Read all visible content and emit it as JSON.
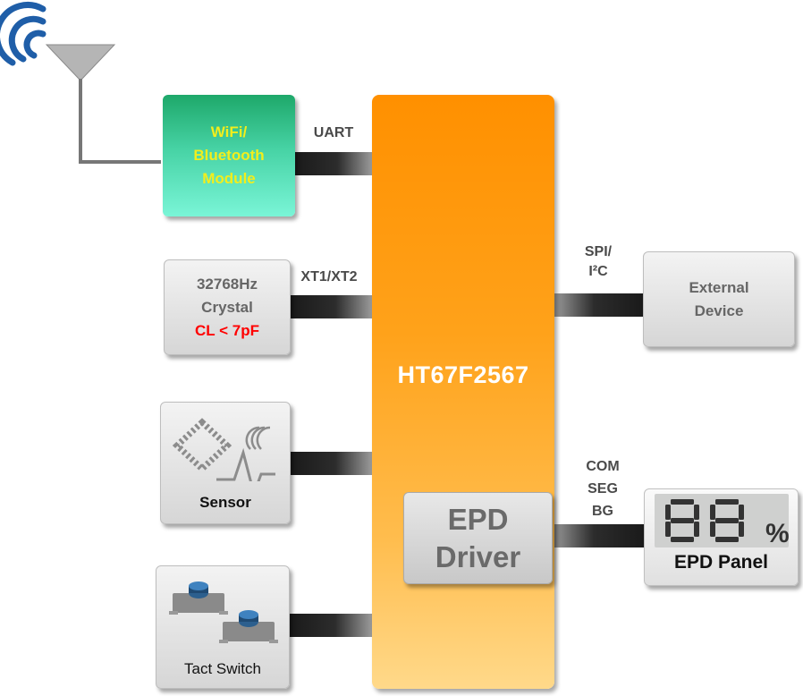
{
  "mcu": {
    "label": "HT67F2567"
  },
  "wifi_module": {
    "lines": [
      "WiFi/",
      "Bluetooth",
      "Module"
    ]
  },
  "crystal": {
    "line1": "32768Hz",
    "line2": "Crystal",
    "line3": "CL < 7pF"
  },
  "sensor": {
    "label": "Sensor"
  },
  "tact_switch": {
    "label": "Tact Switch"
  },
  "epd_driver": {
    "line1": "EPD",
    "line2": "Driver"
  },
  "external_device": {
    "line1": "External",
    "line2": "Device"
  },
  "epd_panel": {
    "label": "EPD Panel",
    "display_digits": "88",
    "display_symbol": "%"
  },
  "buses": {
    "uart": "UART",
    "xt": "XT1/XT2",
    "spi_line1": "SPI/",
    "spi_line2": "I²C",
    "epd_line1": "COM",
    "epd_line2": "SEG",
    "epd_line3": "BG"
  },
  "colors": {
    "mcu_orange": "#ff9000",
    "wifi_green": "#1ea86a",
    "wifi_text_yellow": "#f2ee1c",
    "crystal_warning_red": "#ff0000",
    "antenna_blue": "#1f5ea8"
  }
}
